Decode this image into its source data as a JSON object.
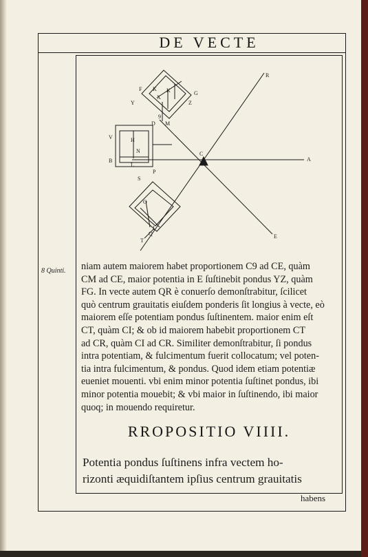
{
  "running_title": "DE VECTE",
  "margin_note": "8 Quinti.",
  "figure": {
    "labels": {
      "R": "R",
      "A": "A",
      "E": "E",
      "C": "C",
      "F": "F",
      "K1": "K",
      "X": "X",
      "K2": "K",
      "G": "G",
      "Y": "Y",
      "Z": "Z",
      "nine": "9",
      "M": "M",
      "D": "D",
      "V": "V",
      "H": "H",
      "N": "N",
      "B": "B",
      "L": "L",
      "P": "P",
      "S": "S",
      "O": "O",
      "I": "I",
      "Q": "Q",
      "T": "T"
    }
  },
  "body_lines": [
    "niam autem maiorem habet proportionem C9 ad CE, quàm",
    "CM ad CE, maior potentia in E ſuſtinebit pondus YZ, quàm",
    "FG. In vecte autem QR è conuerſo demonſtrabitur, ſcilicet",
    "quò centrum grauitatis eiuſdem ponderis ſit longius à vecte, eò",
    "maiorem eſſe potentiam pondus ſuſtinentem. maior enim eſt",
    "CT, quàm CI; & ob id maiorem habebit proportionem CT",
    "ad CR, quàm CI ad CR. Similiter demonſtrabitur, ſi pondus",
    "intra potentiam, & fulcimentum fuerit collocatum; vel poten-",
    "tia intra fulcimentum, & pondus. Quod idem etiam potentiæ",
    "eueniet mouenti. vbi enim minor potentia ſuſtinet pondus, ibi",
    "minor potentia mouebit; & vbi maior in ſuſtinendo, ibi maior",
    "quoq; in mouendo requiretur."
  ],
  "proposition_title": "RROPOSITIO VIIII.",
  "proposition_lines": [
    "Potentia pondus ſuſtinens infra vectem ho-",
    "rizonti æquidiſtantem ipſius centrum grauitatis"
  ],
  "catchword": "habens"
}
